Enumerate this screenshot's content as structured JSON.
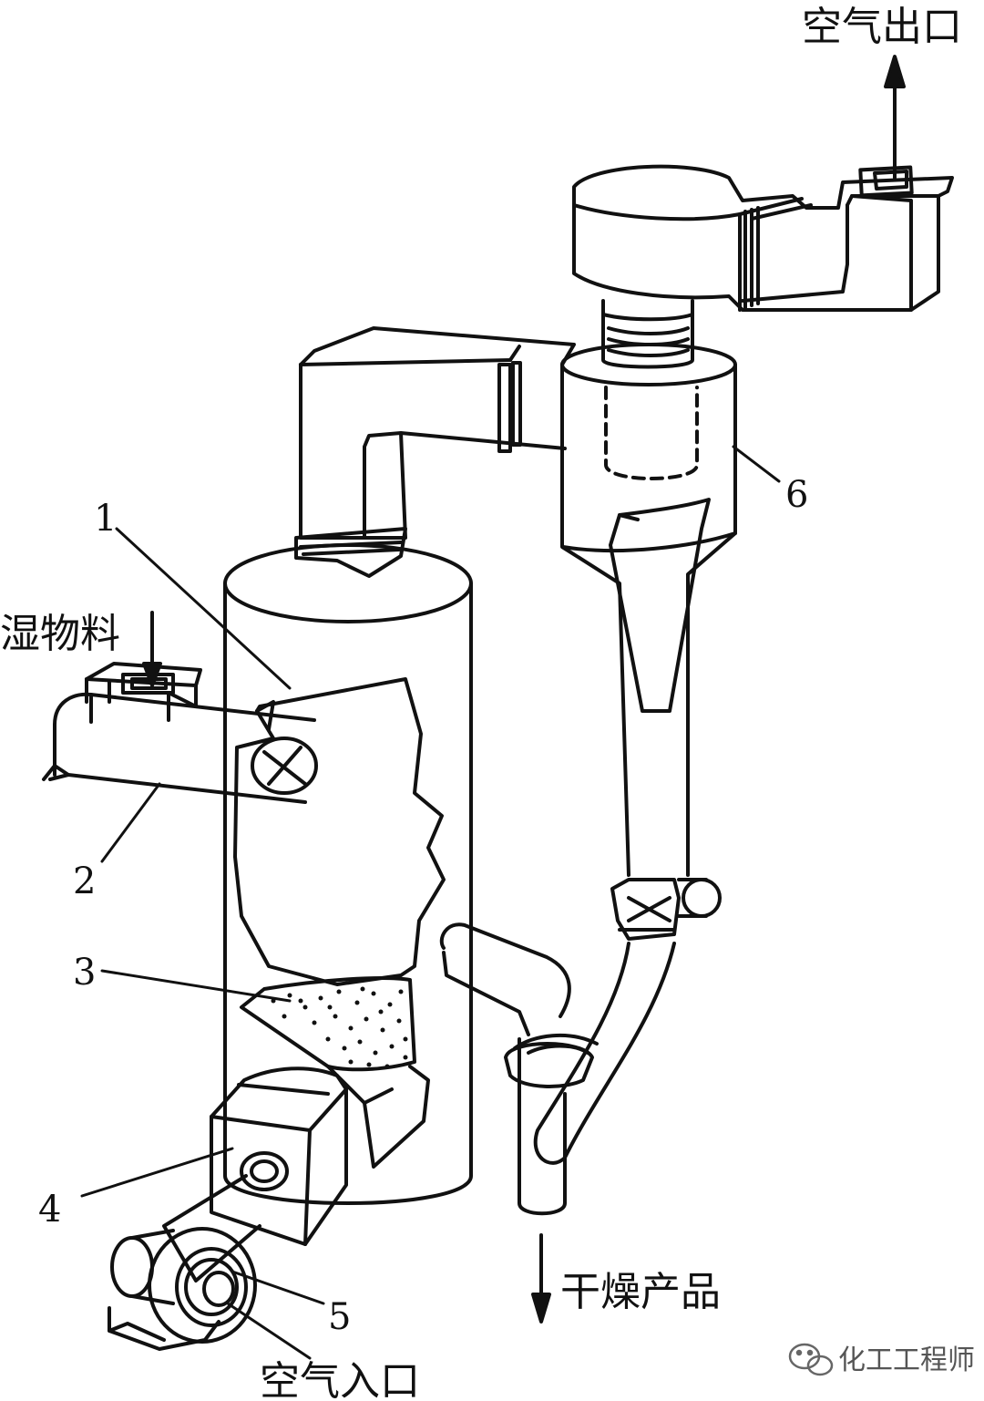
{
  "labels": {
    "air_outlet": "空气出口",
    "wet_material": "湿物料",
    "air_inlet": "空气入口",
    "dry_product": "干燥产品"
  },
  "callouts": {
    "n1": "1",
    "n2": "2",
    "n3": "3",
    "n4": "4",
    "n5": "5",
    "n6": "6"
  },
  "watermark": {
    "text": "化工工程师",
    "icon": "wechat-icon"
  },
  "colors": {
    "line": "#111111",
    "background": "#ffffff",
    "watermark": "#555555"
  }
}
